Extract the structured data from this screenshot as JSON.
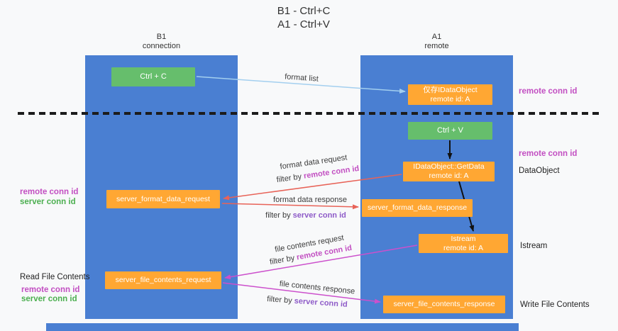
{
  "title": {
    "line1": "B1 - Ctrl+C",
    "line2": "A1 - Ctrl+V"
  },
  "lanes": {
    "left": {
      "title": "B1",
      "subtitle": "connection"
    },
    "right": {
      "title": "A1",
      "subtitle": "remote"
    }
  },
  "nodes": {
    "ctrl_c": {
      "label": "Ctrl + C"
    },
    "ctrl_v": {
      "label": "Ctrl + V"
    },
    "idataobject_cache": {
      "line1": "仅存IDataObject",
      "line2": "remote id: A"
    },
    "getdata": {
      "line1": "IDataObject::GetData",
      "line2": "remote id: A"
    },
    "istream": {
      "line1": "Istream",
      "line2": "remote id: A"
    },
    "server_format_data_request": {
      "label": "server_format_data_request"
    },
    "server_format_data_response": {
      "label": "server_format_data_response"
    },
    "server_file_contents_request": {
      "label": "server_file_contents_request"
    },
    "server_file_contents_response": {
      "label": "server_file_contents_response"
    }
  },
  "edge_labels": {
    "format_list": "format list",
    "format_data_request": "format data request",
    "format_data_response": "format data response",
    "file_contents_request": "file contents request",
    "file_contents_response": "file contents response",
    "filter_by": "filter by",
    "remote_conn_id": "remote conn id",
    "server_conn_id": "server conn id"
  },
  "side_labels": {
    "remote_conn_id": "remote conn id",
    "server_conn_id": "server conn id",
    "dataobject": "DataObject",
    "istream": "Istream",
    "read_file_contents": "Read File Contents",
    "write_file_contents": "Write File Contents"
  },
  "colors": {
    "lane_blue": "#4a7fd2",
    "node_green": "#66be6c",
    "node_orange": "#ffa733",
    "remote_conn_magenta": "#c24fc2",
    "server_conn_green": "#4caf50",
    "server_conn_purple": "#8e5bc8",
    "arrow_light_blue": "#a3cfef",
    "arrow_red": "#e86358",
    "arrow_magenta": "#cc50cc",
    "arrow_black": "#111111"
  }
}
